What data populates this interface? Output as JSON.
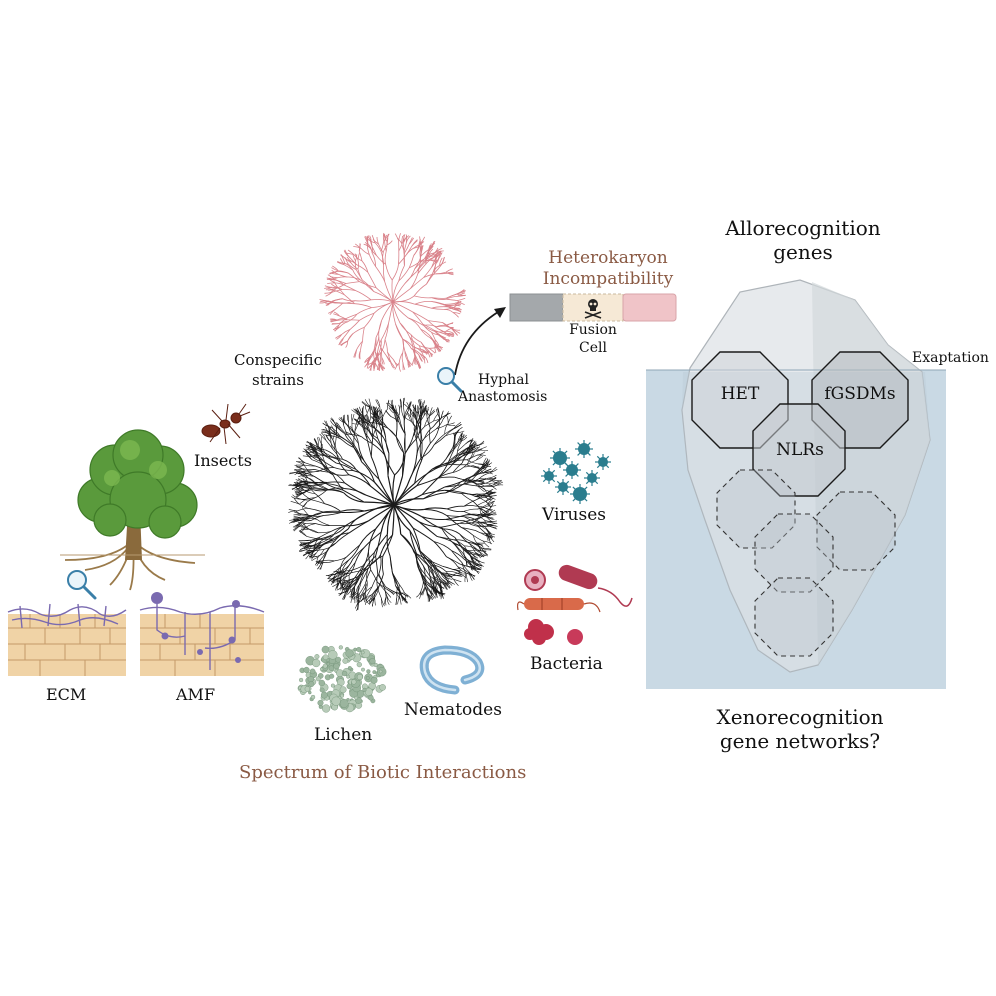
{
  "labels": {
    "heterokaryon_line1": "Heterokaryon",
    "heterokaryon_line2": "Incompatibility",
    "fusion_line1": "Fusion",
    "fusion_line2": "Cell",
    "conspecific_line1": "Conspecific",
    "conspecific_line2": "strains",
    "hyphal_line1": "Hyphal",
    "hyphal_line2": "Anastomosis",
    "insects": "Insects",
    "viruses": "Viruses",
    "bacteria": "Bacteria",
    "nematodes": "Nematodes",
    "lichen": "Lichen",
    "ecm": "ECM",
    "amf": "AMF",
    "spectrum": "Spectrum of Biotic Interactions",
    "allorecognition_line1": "Allorecognition",
    "allorecognition_line2": "genes",
    "exaptation": "Exaptation",
    "het": "HET",
    "fgsdms": "fGSDMs",
    "nlrs": "NLRs",
    "xeno_line1": "Xenorecognition",
    "xeno_line2": "gene networks?"
  },
  "colors": {
    "accent_brown": "#8a5a44",
    "water": "#c9d9e4",
    "iceberg": "#e6e9ec",
    "red_mycelium": "#d9828a",
    "fusion_gray": "#a4a8ab",
    "fusion_cream": "#f6e9d6",
    "fusion_pink": "#f0c4c8",
    "virus": "#2a7d8e",
    "bacteria": "#b03a52",
    "nematode": "#7fb0d4",
    "lichen": "#9bb59e",
    "tree_green": "#5a9a3c",
    "soil": "#f0d3a6",
    "hyphae_purple": "#7a6ab0"
  },
  "icons": [
    "magnifier-icon",
    "skull-icon",
    "ant-icon",
    "tree-icon",
    "virus-icon",
    "bacteria-icon",
    "nematode-icon",
    "lichen-icon"
  ]
}
